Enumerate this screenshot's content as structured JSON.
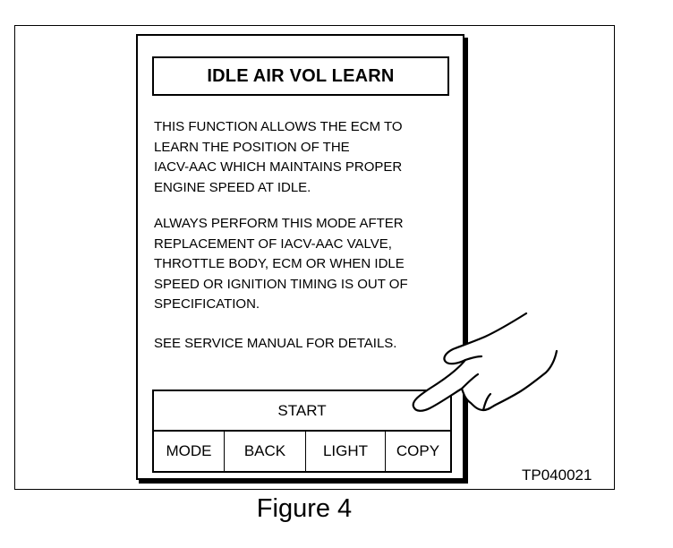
{
  "screen": {
    "title": "IDLE AIR VOL LEARN",
    "description_1": "THIS FUNCTION ALLOWS THE ECM TO\nLEARN THE POSITION OF THE\nIACV-AAC WHICH MAINTAINS PROPER\nENGINE SPEED AT IDLE.",
    "description_2": "ALWAYS PERFORM THIS MODE AFTER\nREPLACEMENT OF IACV-AAC VALVE,\nTHROTTLE BODY, ECM OR WHEN IDLE\nSPEED OR IGNITION TIMING IS OUT OF\nSPECIFICATION.",
    "description_3": "SEE SERVICE MANUAL FOR DETAILS."
  },
  "buttons": {
    "start": "START",
    "mode": "MODE",
    "back": "BACK",
    "light": "LIGHT",
    "copy": "COPY"
  },
  "figure": {
    "code": "TP040021",
    "caption": "Figure 4"
  },
  "icons": {
    "pointer": "pointing-hand-icon"
  }
}
